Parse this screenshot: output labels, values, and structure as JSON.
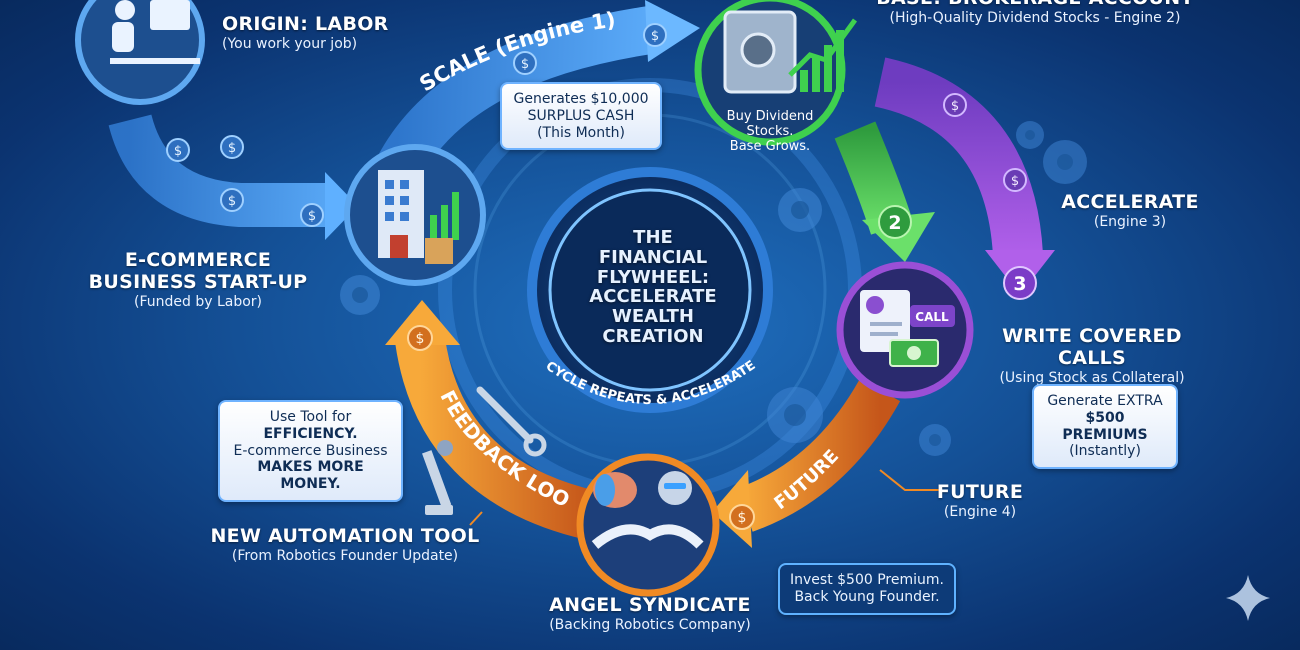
{
  "center_title": [
    "THE",
    "FINANCIAL",
    "FLYWHEEL:",
    "ACCELERATE",
    "WEALTH",
    "CREATION"
  ],
  "cycle_text": "CYCLE REPEATS & ACCELERATES",
  "nodes": {
    "origin": {
      "title": "ORIGIN: LABOR",
      "subtitle": "(You work your job)"
    },
    "ecommerce": {
      "title": "E-COMMERCE",
      "title2": "BUSINESS START-UP",
      "subtitle": "(Funded by Labor)"
    },
    "base": {
      "title": "BASE: BROKERAGE ACCOUNT",
      "subtitle": "(High-Quality Dividend Stocks - Engine 2)",
      "inner": [
        "Buy Dividend Stocks.",
        "Base Grows."
      ]
    },
    "accelerate": {
      "title": "ACCELERATE",
      "subtitle": "(Engine 3)"
    },
    "calls": {
      "title": "WRITE COVERED CALLS",
      "subtitle": "(Using Stock as Collateral)",
      "badge": "CALL"
    },
    "future": {
      "title": "FUTURE",
      "subtitle": "(Engine 4)"
    },
    "angel": {
      "title": "ANGEL SYNDICATE",
      "subtitle": "(Backing Robotics Company)"
    },
    "automation": {
      "title": "NEW AUTOMATION TOOL",
      "subtitle": "(From Robotics Founder Update)"
    }
  },
  "arrows": {
    "scale": "SCALE (Engine 1)",
    "feedback": "FEEDBACK LOOP",
    "future": "FUTURE",
    "num2": "2",
    "num3": "3"
  },
  "callouts": {
    "surplus": [
      "Generates $10,000",
      "SURPLUS CASH",
      "(This Month)"
    ],
    "premiums": [
      "Generate EXTRA",
      "$500 PREMIUMS",
      "(Instantly)"
    ],
    "invest": [
      "Invest $500 Premium.",
      "Back Young Founder."
    ],
    "tool": [
      "Use Tool for",
      "EFFICIENCY.",
      "E-commerce Business",
      "MAKES MORE MONEY."
    ]
  },
  "colors": {
    "blue_arrow": "#3f8fe6",
    "green_arrow": "#39c24a",
    "purple_arrow": "#9a4fd6",
    "orange_arrow": "#f08a24",
    "background": "#145096"
  }
}
